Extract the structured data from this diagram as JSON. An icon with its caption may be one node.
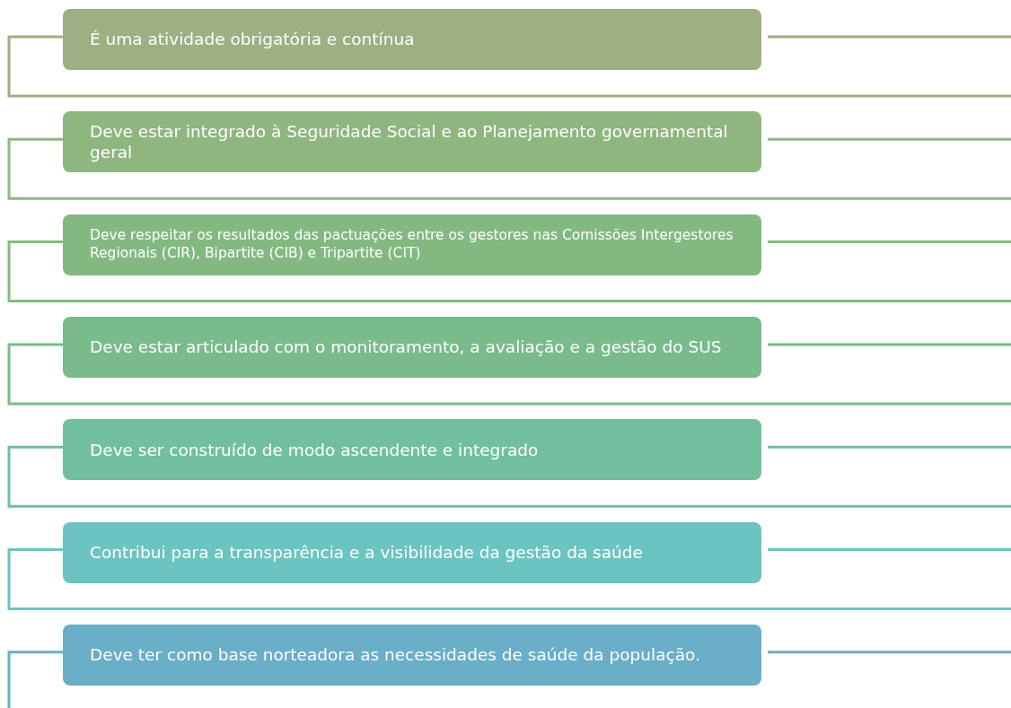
{
  "diagram": {
    "nodes": [
      {
        "text": [
          "É uma atividade obrigatória e contínua"
        ]
      },
      {
        "text": [
          "Deve estar integrado à Seguridade Social e ao Planejamento governamental geral"
        ]
      },
      {
        "text": [
          "Deve respeitar os resultados das pactuações entre os gestores nas Comissões Intergestores Regionais (CIR), Bipartite (CIB) e Tripartite (CIT)"
        ]
      },
      {
        "text": [
          "Deve estar articulado com o monitoramento, a avaliação e a gestão do SUS"
        ]
      },
      {
        "text": [
          "Deve ser construído de modo ascendente e integrado"
        ]
      },
      {
        "text": [
          "Contribui para a transparência e a visibilidade da gestão da saúde"
        ]
      },
      {
        "text": [
          "Deve ter como base norteadora as necessidades de saúde da população."
        ]
      }
    ]
  }
}
